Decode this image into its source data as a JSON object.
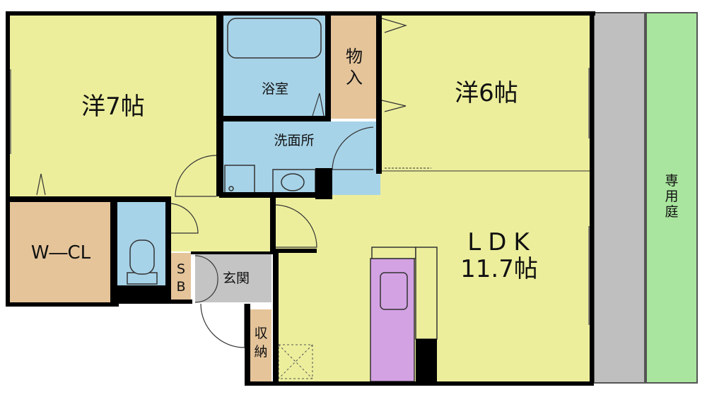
{
  "colors": {
    "room": "#ECEE9C",
    "bath": "#A7D3E8",
    "storage": "#E5C49A",
    "entrance": "#C4C4C4",
    "kitchen": "#D3A2E3",
    "balcony": "#BFBFBF",
    "garden": "#A9E59E",
    "wall": "#000000"
  },
  "labels": {
    "western7": "洋7帖",
    "western6": "洋6帖",
    "bath": "浴室",
    "storage_v1": "物",
    "storage_v2": "入",
    "washroom": "洗面所",
    "wcl": "W―CL",
    "sb1": "S",
    "sb2": "B",
    "entrance": "玄関",
    "shuno1": "収",
    "shuno2": "納",
    "ldk1": "LDK",
    "ldk2": "11.7帖",
    "garden1": "専",
    "garden2": "用",
    "garden3": "庭"
  }
}
